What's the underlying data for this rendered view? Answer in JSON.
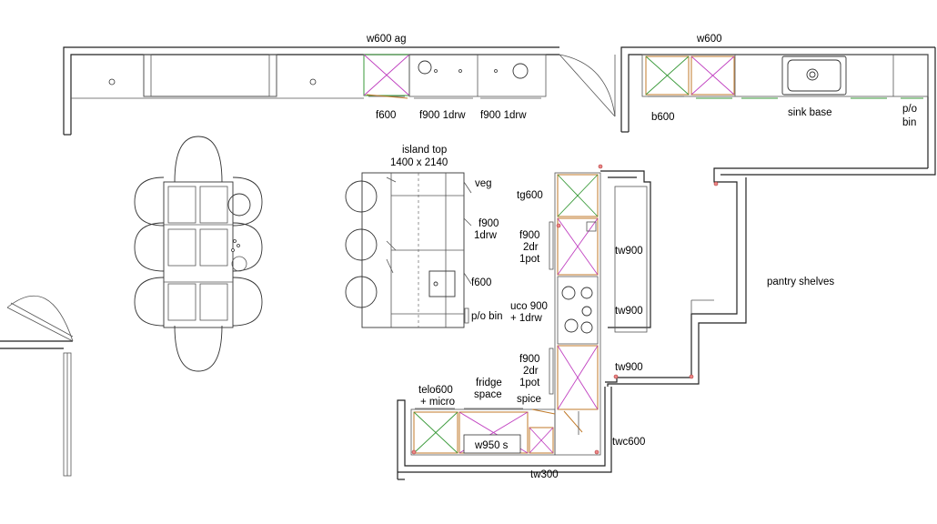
{
  "colors": {
    "cabinet_x_green": "#3a9a3a",
    "cabinet_x_magenta": "#c040c0",
    "cabinet_x_orange": "#c07a2a"
  },
  "labels": {
    "w600_ag": "w600 ag",
    "w600": "w600",
    "f600_top": "f600",
    "f900_1drw_a": "f900 1drw",
    "f900_1drw_b": "f900 1drw",
    "b600": "b600",
    "sink_base": "sink base",
    "po_bin_top_1": "p/o",
    "po_bin_top_2": "bin",
    "island_top_1": "island top",
    "island_top_2": "1400 x 2140",
    "veg": "veg",
    "f900_island_1": "f900",
    "f900_island_2": "1drw",
    "f600_island": "f600",
    "po_bin_island": "p/o bin",
    "tg600": "tg600",
    "f900_2dr_a1": "f900",
    "f900_2dr_a2": "2dr",
    "f900_2dr_a3": "1pot",
    "uco900_1": "uco 900",
    "uco900_2": "+ 1drw",
    "f900_2dr_b1": "f900",
    "f900_2dr_b2": "2dr",
    "f900_2dr_b3": "1pot",
    "spice": "spice",
    "tw900_a": "tw900",
    "tw900_b": "tw900",
    "tw900_c": "tw900",
    "pantry": "pantry shelves",
    "telo_1": "telo600",
    "telo_2": "+ micro",
    "fridge_1": "fridge",
    "fridge_2": "space",
    "w950s": "w950 s",
    "twc600": "twc600",
    "tw300": "tw300"
  }
}
